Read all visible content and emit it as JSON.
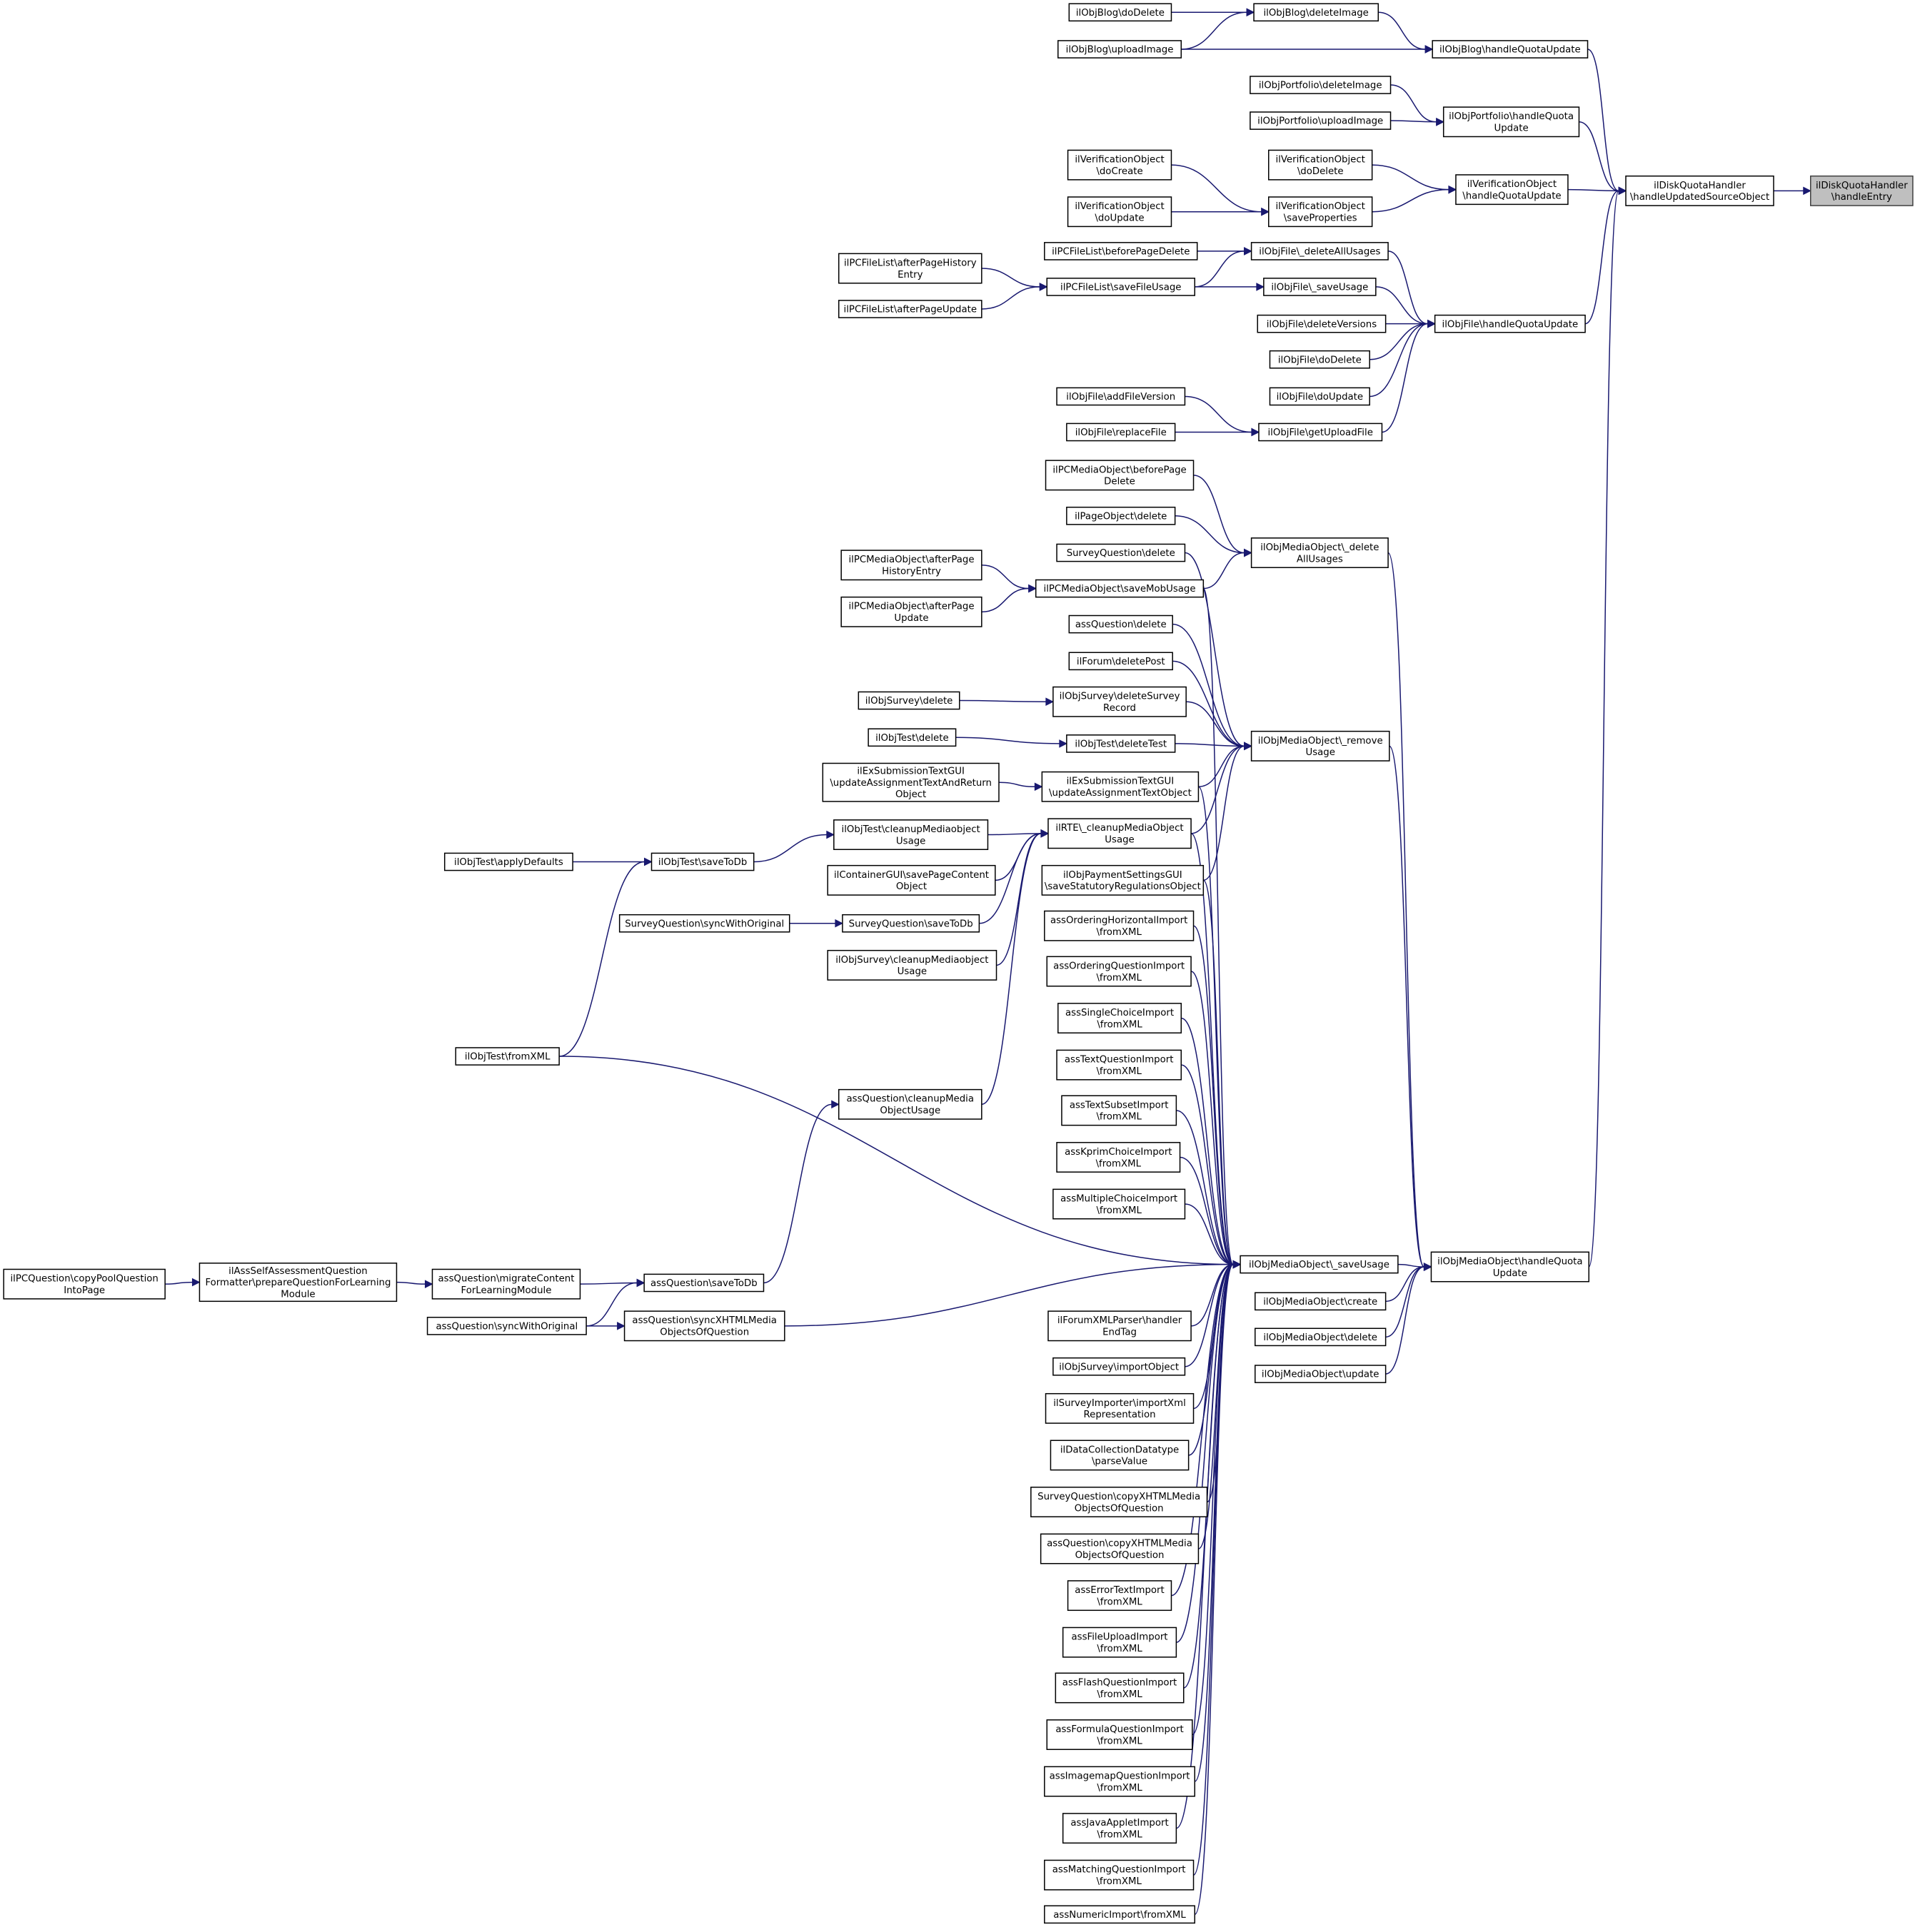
{
  "diagram": {
    "title": "",
    "nodes": {
      "root": [
        "ilDiskQuotaHandler",
        "\\handleEntry"
      ],
      "dqh_update": [
        "ilDiskQuotaHandler",
        "\\handleUpdatedSourceObject"
      ],
      "blog_hqu": [
        "ilObjBlog\\handleQuotaUpdate"
      ],
      "blog_delimg": [
        "ilObjBlog\\deleteImage"
      ],
      "blog_dodel": [
        "ilObjBlog\\doDelete"
      ],
      "blog_upimg": [
        "ilObjBlog\\uploadImage"
      ],
      "port_hqu": [
        "ilObjPortfolio\\handleQuota",
        "Update"
      ],
      "port_delimg": [
        "ilObjPortfolio\\deleteImage"
      ],
      "port_upimg": [
        "ilObjPortfolio\\uploadImage"
      ],
      "ver_hqu": [
        "ilVerificationObject",
        "\\handleQuotaUpdate"
      ],
      "ver_dodel": [
        "ilVerificationObject",
        "\\doDelete"
      ],
      "ver_save": [
        "ilVerificationObject",
        "\\saveProperties"
      ],
      "ver_docreate": [
        "ilVerificationObject",
        "\\doCreate"
      ],
      "ver_doupdate": [
        "ilVerificationObject",
        "\\doUpdate"
      ],
      "file_hqu": [
        "ilObjFile\\handleQuotaUpdate"
      ],
      "file_delall": [
        "ilObjFile\\_deleteAllUsages"
      ],
      "file_saveusage": [
        "ilObjFile\\_saveUsage"
      ],
      "file_delver": [
        "ilObjFile\\deleteVersions"
      ],
      "file_dodel": [
        "ilObjFile\\doDelete"
      ],
      "file_doupd": [
        "ilObjFile\\doUpdate"
      ],
      "file_getup": [
        "ilObjFile\\getUploadFile"
      ],
      "file_addver": [
        "ilObjFile\\addFileVersion"
      ],
      "file_replace": [
        "ilObjFile\\replaceFile"
      ],
      "pcfl_bpd": [
        "ilPCFileList\\beforePageDelete"
      ],
      "pcfl_sfu": [
        "ilPCFileList\\saveFileUsage"
      ],
      "pcfl_aphe": [
        "ilPCFileList\\afterPageHistory",
        "Entry"
      ],
      "pcfl_apu": [
        "ilPCFileList\\afterPageUpdate"
      ],
      "mob_hqu": [
        "ilObjMediaObject\\handleQuota",
        "Update"
      ],
      "mob_delall": [
        "ilObjMediaObject\\_delete",
        "AllUsages"
      ],
      "mob_remove": [
        "ilObjMediaObject\\_remove",
        "Usage"
      ],
      "mob_save": [
        "ilObjMediaObject\\_saveUsage"
      ],
      "mob_create": [
        "ilObjMediaObject\\create"
      ],
      "mob_delete": [
        "ilObjMediaObject\\delete"
      ],
      "mob_update": [
        "ilObjMediaObject\\update"
      ],
      "pcmob_bpd": [
        "ilPCMediaObject\\beforePage",
        "Delete"
      ],
      "pageobj_del": [
        "ilPageObject\\delete"
      ],
      "sq_delete": [
        "SurveyQuestion\\delete"
      ],
      "pcmob_smu": [
        "ilPCMediaObject\\saveMobUsage"
      ],
      "pcmob_aphe": [
        "ilPCMediaObject\\afterPage",
        "HistoryEntry"
      ],
      "pcmob_apu": [
        "ilPCMediaObject\\afterPage",
        "Update"
      ],
      "aq_delete": [
        "assQuestion\\delete"
      ],
      "forum_delpost": [
        "ilForum\\deletePost"
      ],
      "survey_delrec": [
        "ilObjSurvey\\deleteSurvey",
        "Record"
      ],
      "survey_delete": [
        "ilObjSurvey\\delete"
      ],
      "test_deltest": [
        "ilObjTest\\deleteTest"
      ],
      "test_delete": [
        "ilObjTest\\delete"
      ],
      "exsub_uato": [
        "ilExSubmissionTextGUI",
        "\\updateAssignmentTextObject"
      ],
      "exsub_uatro": [
        "ilExSubmissionTextGUI",
        "\\updateAssignmentTextAndReturn",
        "Object"
      ],
      "test_cmu": [
        "ilObjTest\\cleanupMediaobject",
        "Usage"
      ],
      "rte_cmu": [
        "ilRTE\\_cleanupMediaObject",
        "Usage"
      ],
      "test_save": [
        "ilObjTest\\saveToDb"
      ],
      "test_applydef": [
        "ilObjTest\\applyDefaults"
      ],
      "cont_spc": [
        "ilContainerGUI\\savePageContent",
        "Object"
      ],
      "paysettings": [
        "ilObjPaymentSettingsGUI",
        "\\saveStatutoryRegulationsObject"
      ],
      "sq_save": [
        "SurveyQuestion\\saveToDb"
      ],
      "sq_sync": [
        "SurveyQuestion\\syncWithOriginal"
      ],
      "survey_cmu": [
        "ilObjSurvey\\cleanupMediaobject",
        "Usage"
      ],
      "test_fromxml": [
        "ilObjTest\\fromXML"
      ],
      "aq_cmu": [
        "assQuestion\\cleanupMedia",
        "ObjectUsage"
      ],
      "aq_save": [
        "assQuestion\\saveToDb"
      ],
      "aq_migrate": [
        "assQuestion\\migrateContent",
        "ForLearningModule"
      ],
      "aq_sync": [
        "assQuestion\\syncWithOriginal"
      ],
      "aq_syncx": [
        "assQuestion\\syncXHTMLMedia",
        "ObjectsOfQuestion"
      ],
      "assself": [
        "ilAssSelfAssessmentQuestion",
        "Formatter\\prepareQuestionForLearning",
        "Module"
      ],
      "pcq_copy": [
        "ilPCQuestion\\copyPoolQuestion",
        "IntoPage"
      ],
      "imp_ordh": [
        "assOrderingHorizontalImport",
        "\\fromXML"
      ],
      "imp_ordq": [
        "assOrderingQuestionImport",
        "\\fromXML"
      ],
      "imp_sc": [
        "assSingleChoiceImport",
        "\\fromXML"
      ],
      "imp_text": [
        "assTextQuestionImport",
        "\\fromXML"
      ],
      "imp_subset": [
        "assTextSubsetImport",
        "\\fromXML"
      ],
      "imp_kprim": [
        "assKprimChoiceImport",
        "\\fromXML"
      ],
      "imp_mc": [
        "assMultipleChoiceImport",
        "\\fromXML"
      ],
      "forum_xml": [
        "ilForumXMLParser\\handler",
        "EndTag"
      ],
      "survey_import": [
        "ilObjSurvey\\importObject"
      ],
      "survey_importer": [
        "ilSurveyImporter\\importXml",
        "Representation"
      ],
      "datacoll": [
        "ilDataCollectionDatatype",
        "\\parseValue"
      ],
      "sq_copyx": [
        "SurveyQuestion\\copyXHTMLMedia",
        "ObjectsOfQuestion"
      ],
      "aq_copyx": [
        "assQuestion\\copyXHTMLMedia",
        "ObjectsOfQuestion"
      ],
      "imp_err": [
        "assErrorTextImport",
        "\\fromXML"
      ],
      "imp_file": [
        "assFileUploadImport",
        "\\fromXML"
      ],
      "imp_flash": [
        "assFlashQuestionImport",
        "\\fromXML"
      ],
      "imp_formula": [
        "assFormulaQuestionImport",
        "\\fromXML"
      ],
      "imp_imagemap": [
        "assImagemapQuestionImport",
        "\\fromXML"
      ],
      "imp_java": [
        "assJavaAppletImport",
        "\\fromXML"
      ],
      "imp_match": [
        "assMatchingQuestionImport",
        "\\fromXML"
      ],
      "imp_numeric": [
        "assNumericImport\\fromXML"
      ]
    }
  }
}
